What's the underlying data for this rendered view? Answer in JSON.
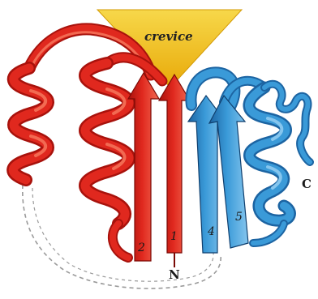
{
  "crevice_label": "crevice",
  "strands": [
    {
      "label": "2",
      "color": "red"
    },
    {
      "label": "1",
      "color": "red"
    },
    {
      "label": "4",
      "color": "blue"
    },
    {
      "label": "5",
      "color": "blue"
    }
  ],
  "terminus_n": "N",
  "terminus_c": "C",
  "colors": {
    "red": "#e0281e",
    "red_dark": "#a8120c",
    "red_light": "#f26a52",
    "blue": "#3a9ad8",
    "blue_dark": "#1c64a2",
    "blue_light": "#86c6ee",
    "crevice": "#f2c318",
    "loop": "#9a9a9a"
  }
}
